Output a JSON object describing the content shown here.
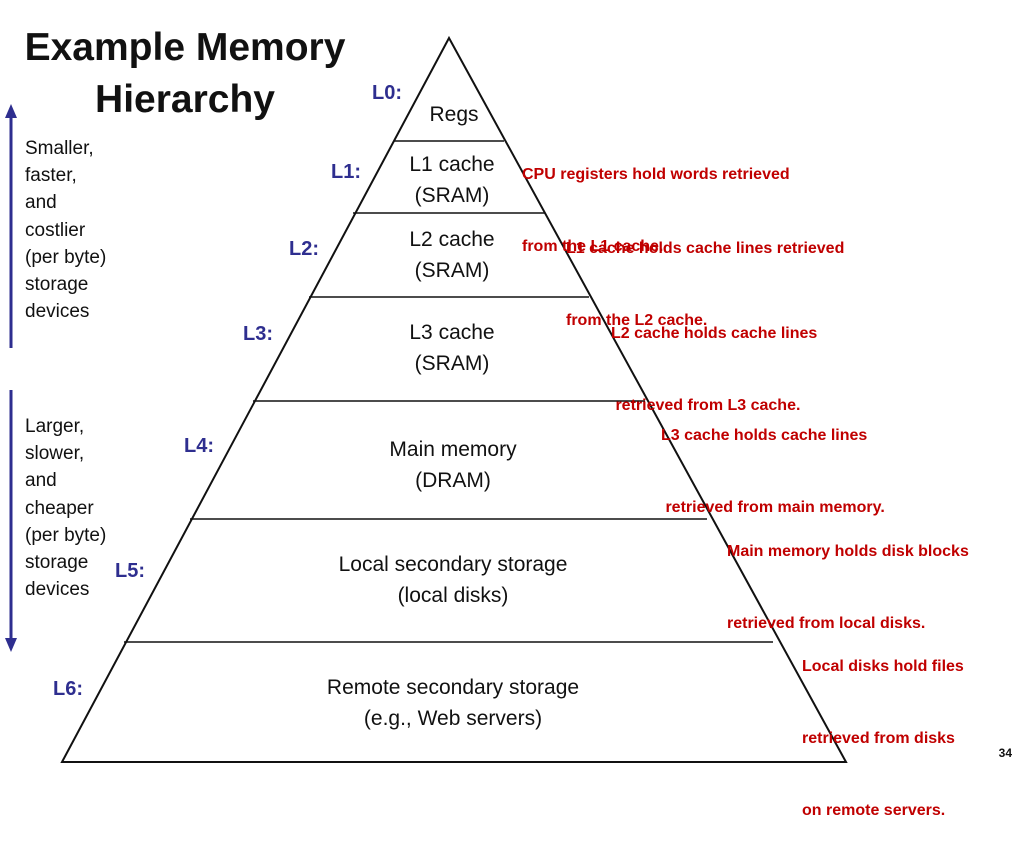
{
  "title": [
    "Example Memory",
    "Hierarchy"
  ],
  "side_notes": {
    "top": [
      "Smaller,",
      "faster,",
      "and",
      "costlier",
      "(per byte)",
      "storage",
      "devices"
    ],
    "bottom": [
      "Larger,",
      "slower,",
      "and",
      "cheaper",
      "(per byte)",
      "storage",
      "devices"
    ]
  },
  "levels": [
    {
      "label": "L0:",
      "lines": [
        "Regs"
      ],
      "annotation": [
        "CPU registers hold words retrieved",
        "from the L1 cache."
      ]
    },
    {
      "label": "L1:",
      "lines": [
        "L1 cache",
        "(SRAM)"
      ],
      "annotation": [
        "L1 cache holds cache lines retrieved",
        "from the L2 cache."
      ]
    },
    {
      "label": "L2:",
      "lines": [
        "L2 cache",
        "(SRAM)"
      ],
      "annotation": [
        "L2 cache holds cache lines",
        " retrieved from L3 cache."
      ]
    },
    {
      "label": "L3:",
      "lines": [
        "L3 cache",
        "(SRAM)"
      ],
      "annotation": [
        "L3 cache holds cache lines",
        " retrieved from main memory."
      ]
    },
    {
      "label": "L4:",
      "lines": [
        "Main memory",
        "(DRAM)"
      ],
      "annotation": [
        "Main memory holds disk blocks",
        "retrieved from local disks."
      ]
    },
    {
      "label": "L5:",
      "lines": [
        "Local secondary storage",
        "(local disks)"
      ],
      "annotation": [
        "Local disks hold files",
        "retrieved from disks",
        "on remote servers."
      ]
    },
    {
      "label": "L6:",
      "lines": [
        "Remote secondary storage",
        "(e.g., Web servers)"
      ],
      "annotation": []
    }
  ],
  "page_number": "34",
  "colors": {
    "annotation": "#c00000",
    "level_label": "#2e2e8f",
    "arrow": "#2e2e8f",
    "pyramid_stroke": "#111111"
  }
}
